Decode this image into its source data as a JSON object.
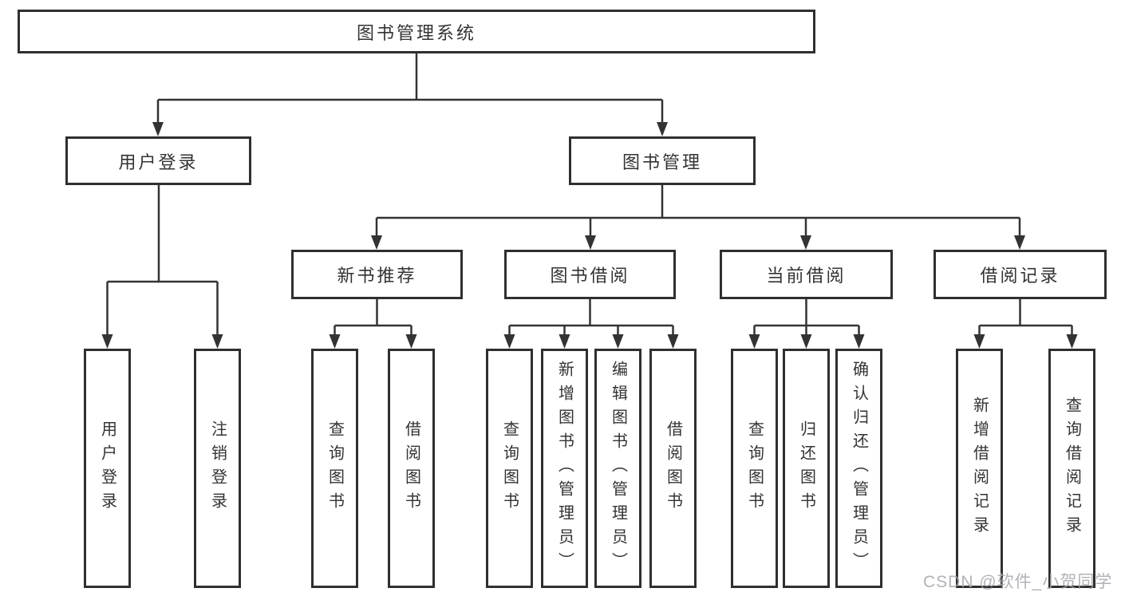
{
  "tree": {
    "root": "图书管理系统",
    "branches": [
      {
        "label": "用户登录",
        "leaves": [
          "用户登录",
          "注销登录"
        ]
      },
      {
        "label": "图书管理",
        "sections": [
          {
            "label": "新书推荐",
            "leaves": [
              "查询图书",
              "借阅图书"
            ]
          },
          {
            "label": "图书借阅",
            "leaves": [
              "查询图书",
              "新增图书（管理员）",
              "编辑图书（管理员）",
              "借阅图书"
            ]
          },
          {
            "label": "当前借阅",
            "leaves": [
              "查询图书",
              "归还图书",
              "确认归还（管理员）"
            ]
          },
          {
            "label": "借阅记录",
            "leaves": [
              "新增借阅记录",
              "查询借阅记录"
            ]
          }
        ]
      }
    ]
  },
  "watermark": {
    "text": "CSDN @软件_小贺同学"
  },
  "colors": {
    "line": "#333333",
    "box_border": "#2f2f2f",
    "text": "#333333",
    "watermark": "#a5a5ac",
    "background": "#ffffff"
  }
}
